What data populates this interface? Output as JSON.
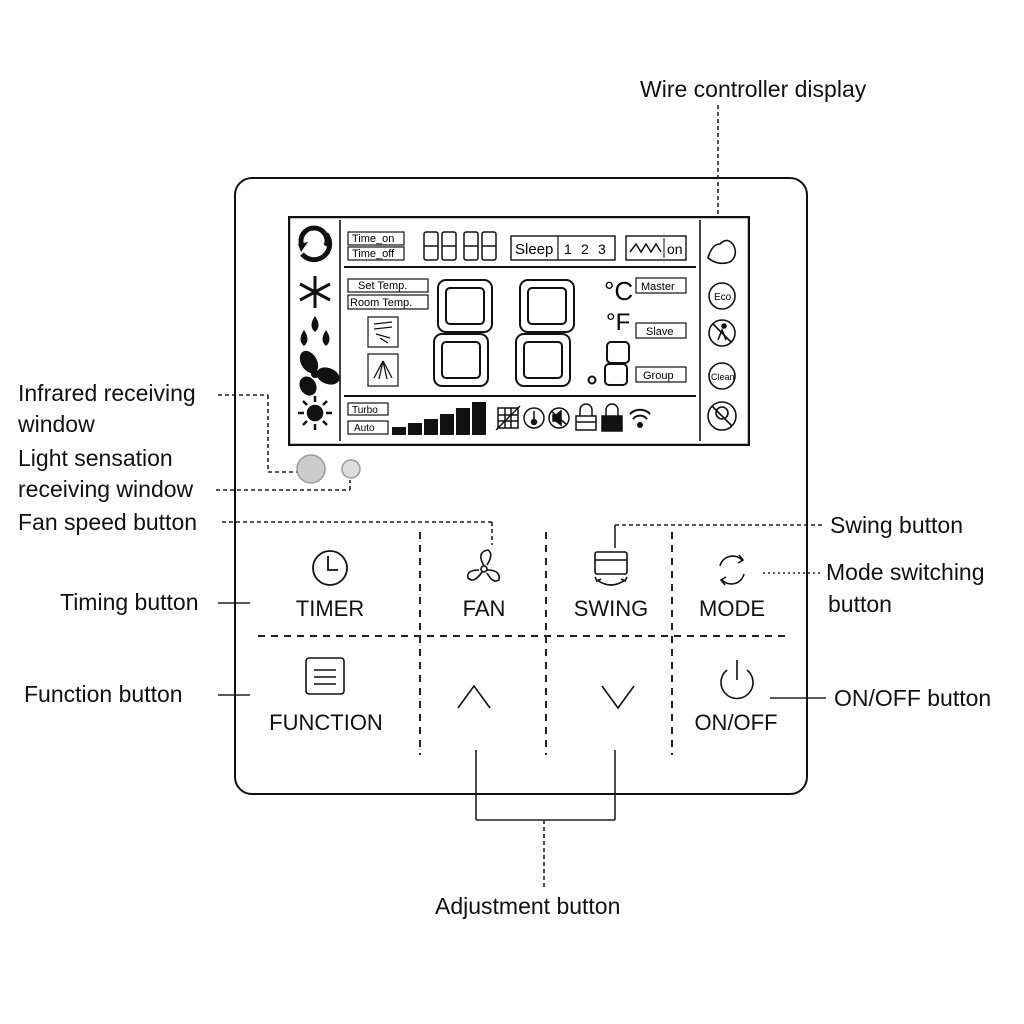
{
  "title": "Wire controller display",
  "callouts": {
    "infrared_line1": "Infrared receiving",
    "infrared_line2": "window",
    "light_line1": "Light sensation",
    "light_line2": "receiving window",
    "fan_speed": "Fan speed button",
    "timing": "Timing button",
    "function": "Function button",
    "swing": "Swing button",
    "mode_line1": "Mode switching",
    "mode_line2": "button",
    "onoff": "ON/OFF button",
    "adjustment": "Adjustment button"
  },
  "buttons": {
    "timer": "TIMER",
    "fan": "FAN",
    "swing": "SWING",
    "mode": "MODE",
    "function": "FUNCTION",
    "onoff": "ON/OFF"
  },
  "lcd": {
    "time_on": "Time_on",
    "time_off": "Time_off",
    "sleep": "Sleep",
    "sleep_nums": [
      "1",
      "2",
      "3"
    ],
    "heat_on": "on",
    "set_temp": "Set Temp.",
    "room_temp": "Room Temp.",
    "celsius": "°C",
    "fahrenheit": "°F",
    "master": "Master",
    "slave": "Slave",
    "group": "Group",
    "turbo": "Turbo",
    "auto": "Auto",
    "eco": "Eco",
    "clean": "Clean"
  },
  "icons": [
    "mode-cycle-icon",
    "snowflake-icon",
    "dry-drops-icon",
    "fan-icon",
    "sun-icon",
    "arm-icon",
    "eco-icon",
    "no-person-icon",
    "clean-icon",
    "no-light-icon",
    "grid-icon",
    "heater-icon",
    "mute-icon",
    "lock-icon",
    "child-lock-icon",
    "wifi-icon",
    "clock-icon",
    "fan-button-icon",
    "swing-icon",
    "mode-arrows-icon",
    "menu-icon",
    "up-arrow-icon",
    "down-arrow-icon",
    "power-icon"
  ]
}
